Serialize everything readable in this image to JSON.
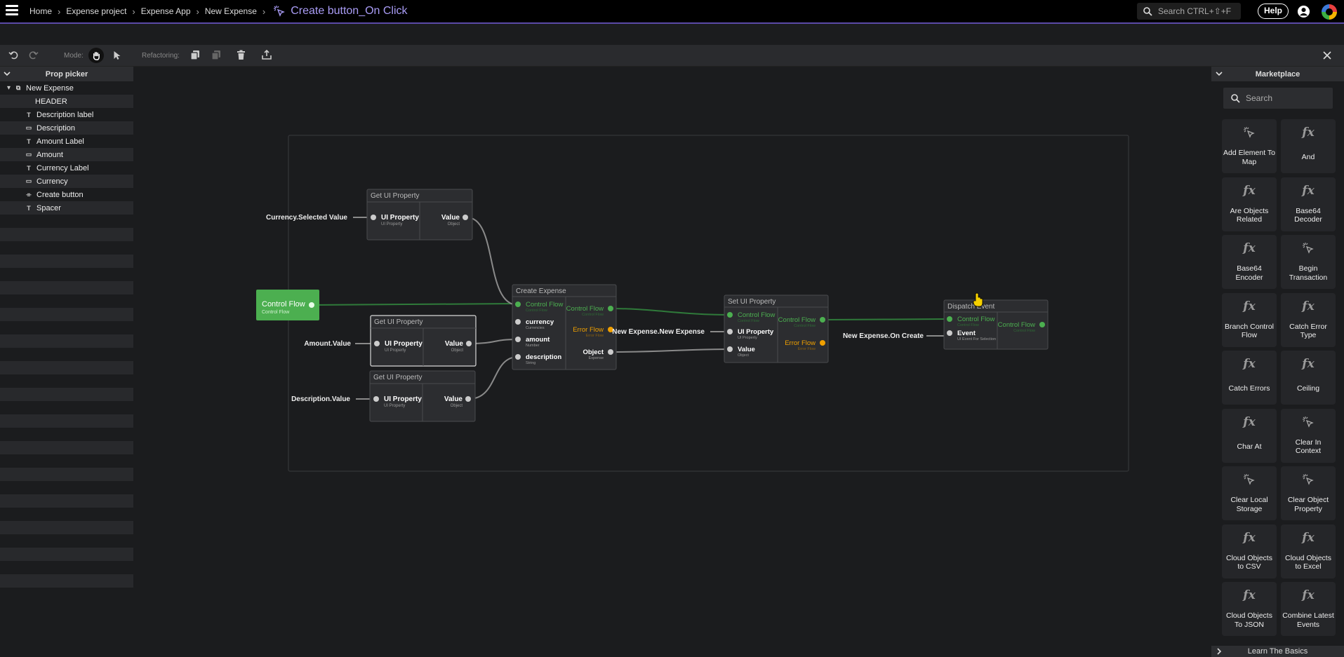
{
  "breadcrumbs": [
    "Home",
    "Expense project",
    "Expense App",
    "New Expense"
  ],
  "current_page": "Create button_On Click",
  "search_top_placeholder": "Search CTRL+⇧+F",
  "help_label": "Help",
  "toolbar": {
    "mode_label": "Mode:",
    "refactoring_label": "Refactoring:"
  },
  "prop_picker": {
    "title": "Prop picker",
    "items": [
      {
        "label": "New Expense",
        "icon": "page-icon"
      },
      {
        "label": "HEADER",
        "icon": ""
      },
      {
        "label": "Description label",
        "icon": "text-icon"
      },
      {
        "label": "Description",
        "icon": "input-icon"
      },
      {
        "label": "Amount Label",
        "icon": "text-icon"
      },
      {
        "label": "Amount",
        "icon": "input-icon"
      },
      {
        "label": "Currency Label",
        "icon": "text-icon"
      },
      {
        "label": "Currency",
        "icon": "input-icon"
      },
      {
        "label": "Create button",
        "icon": "button-icon"
      },
      {
        "label": "Spacer",
        "icon": "text-icon"
      }
    ]
  },
  "graph": {
    "nodes": {
      "control_flow": {
        "title": "Control Flow",
        "sub": "Control Flow"
      },
      "get1": {
        "title": "Get UI Property",
        "in": "UI Property",
        "in_sub": "UI Property",
        "out": "Value",
        "out_sub": "Object",
        "input_label": "Currency.Selected Value"
      },
      "get2": {
        "title": "Get UI Property",
        "in": "UI Property",
        "in_sub": "UI Property",
        "out": "Value",
        "out_sub": "Object",
        "input_label": "Amount.Value"
      },
      "get3": {
        "title": "Get UI Property",
        "in": "UI Property",
        "in_sub": "UI Property",
        "out": "Value",
        "out_sub": "Object",
        "input_label": "Description.Value"
      },
      "create": {
        "title": "Create Expense",
        "inputs": [
          {
            "name": "Control Flow",
            "sub": "Control Flow"
          },
          {
            "name": "currency",
            "sub": "Currencies"
          },
          {
            "name": "amount",
            "sub": "Number"
          },
          {
            "name": "description",
            "sub": "String"
          }
        ],
        "outputs": [
          {
            "name": "Control Flow",
            "sub": "Control Flow"
          },
          {
            "name": "Error Flow",
            "sub": "Error Flow"
          },
          {
            "name": "Object",
            "sub": "Expense"
          }
        ]
      },
      "set": {
        "title": "Set UI Property",
        "inputs": [
          {
            "name": "Control Flow",
            "sub": "Control Flow"
          },
          {
            "name": "UI Property",
            "sub": "UI Property"
          },
          {
            "name": "Value",
            "sub": "Object"
          }
        ],
        "outputs": [
          {
            "name": "Control Flow",
            "sub": "Control Flow"
          },
          {
            "name": "Error Flow",
            "sub": "Error Flow"
          }
        ],
        "input_label": "New Expense.New Expense"
      },
      "dispatch": {
        "title": "Dispatch Event",
        "inputs": [
          {
            "name": "Control Flow",
            "sub": "Control Flow"
          },
          {
            "name": "Event",
            "sub": "UI Event For Selection"
          }
        ],
        "outputs": [
          {
            "name": "Control Flow",
            "sub": "Control Flow"
          }
        ],
        "input_label": "New Expense.On Create"
      }
    }
  },
  "marketplace": {
    "title": "Marketplace",
    "search_placeholder": "Search",
    "items": [
      {
        "label": "Add Element To Map",
        "icon": "cursor-click-icon"
      },
      {
        "label": "And",
        "icon": "fx-icon"
      },
      {
        "label": "Are Objects Related",
        "icon": "fx-icon"
      },
      {
        "label": "Base64 Decoder",
        "icon": "fx-icon"
      },
      {
        "label": "Base64 Encoder",
        "icon": "fx-icon"
      },
      {
        "label": "Begin Transaction",
        "icon": "cursor-click-icon"
      },
      {
        "label": "Branch Control Flow",
        "icon": "fx-icon"
      },
      {
        "label": "Catch Error Type",
        "icon": "fx-icon"
      },
      {
        "label": "Catch Errors",
        "icon": "fx-icon"
      },
      {
        "label": "Ceiling",
        "icon": "fx-icon"
      },
      {
        "label": "Char At",
        "icon": "fx-icon"
      },
      {
        "label": "Clear In Context",
        "icon": "cursor-click-icon"
      },
      {
        "label": "Clear Local Storage",
        "icon": "cursor-click-icon"
      },
      {
        "label": "Clear Object Property",
        "icon": "cursor-click-icon"
      },
      {
        "label": "Cloud Objects to CSV",
        "icon": "fx-icon"
      },
      {
        "label": "Cloud Objects to Excel",
        "icon": "fx-icon"
      },
      {
        "label": "Cloud Objects To JSON",
        "icon": "fx-icon"
      },
      {
        "label": "Combine Latest Events",
        "icon": "fx-icon"
      }
    ],
    "learn_label": "Learn The Basics"
  },
  "colors": {
    "accent": "#5b4aa8",
    "flow_green": "#4caf50",
    "error_orange": "#f0a000",
    "node_bg": "#2c2d30"
  }
}
